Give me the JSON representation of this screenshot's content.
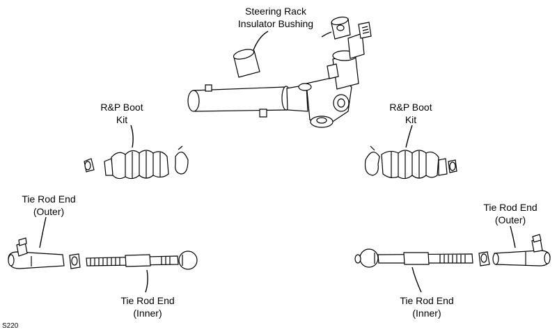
{
  "labels": {
    "insulator_bushing": [
      "Steering Rack",
      "Insulator Bushing"
    ],
    "boot_kit_left": [
      "R&P Boot",
      "Kit"
    ],
    "boot_kit_right": [
      "R&P Boot",
      "Kit"
    ],
    "tie_rod_outer_left": [
      "Tie Rod End",
      "(Outer)"
    ],
    "tie_rod_outer_right": [
      "Tie Rod End",
      "(Outer)"
    ],
    "tie_rod_inner_left": [
      "Tie Rod End",
      "(Inner)"
    ],
    "tie_rod_inner_right": [
      "Tie Rod End",
      "(Inner)"
    ]
  },
  "figure_code": "S220"
}
